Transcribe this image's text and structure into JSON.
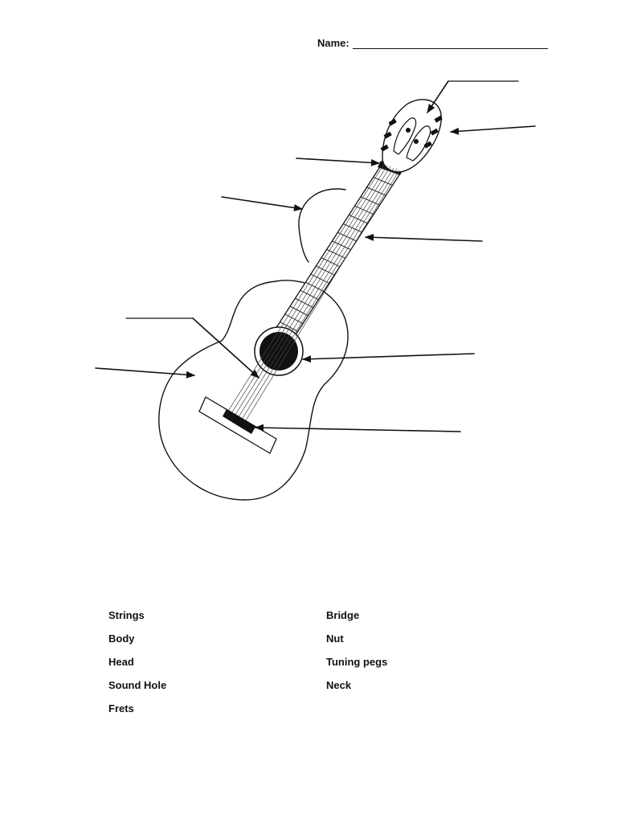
{
  "header": {
    "name_label": "Name:"
  },
  "word_bank": {
    "left": [
      "Strings",
      "Body",
      "Head",
      "Sound Hole",
      "Frets"
    ],
    "right": [
      "Bridge",
      "Nut",
      "Tuning pegs",
      "Neck"
    ]
  }
}
